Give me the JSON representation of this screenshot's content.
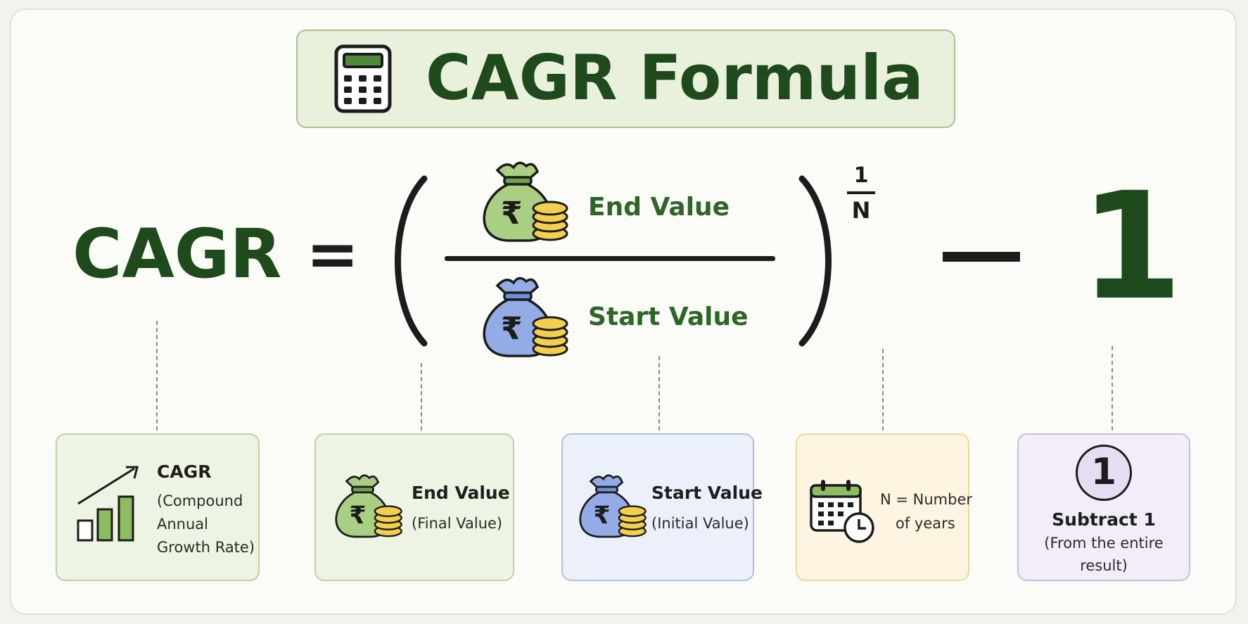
{
  "title": "CAGR Formula",
  "formula": {
    "lhs": "CAGR",
    "equals": "=",
    "numerator": "End Value",
    "denominator": "Start Value",
    "exponent_numerator": "1",
    "exponent_denominator": "N",
    "minus": "−",
    "constant": "1",
    "currency_symbol": "₹"
  },
  "cards": [
    {
      "title": "CAGR",
      "lines": [
        "(Compound",
        "Annual",
        "Growth Rate)"
      ]
    },
    {
      "title": "End Value",
      "lines": [
        "(Final Value)"
      ]
    },
    {
      "title": "Start Value",
      "lines": [
        "(Initial Value)"
      ]
    },
    {
      "title": "",
      "lines": [
        "N = Number",
        "of years"
      ]
    },
    {
      "badge": "1",
      "title": "Subtract 1",
      "lines": [
        "(From the entire",
        "result)"
      ]
    }
  ],
  "colors": {
    "dark_green": "#1f4a1c",
    "bag_green": "#a9cf83",
    "bag_blue": "#93ace6",
    "coin_gold": "#f2cf4c",
    "calendar_yellow": "#fdf5e2",
    "badge_purple": "#e6dcf3"
  },
  "icons": [
    "calculator-icon",
    "money-bag-icon",
    "coins-icon",
    "growth-chart-icon",
    "calendar-clock-icon"
  ]
}
